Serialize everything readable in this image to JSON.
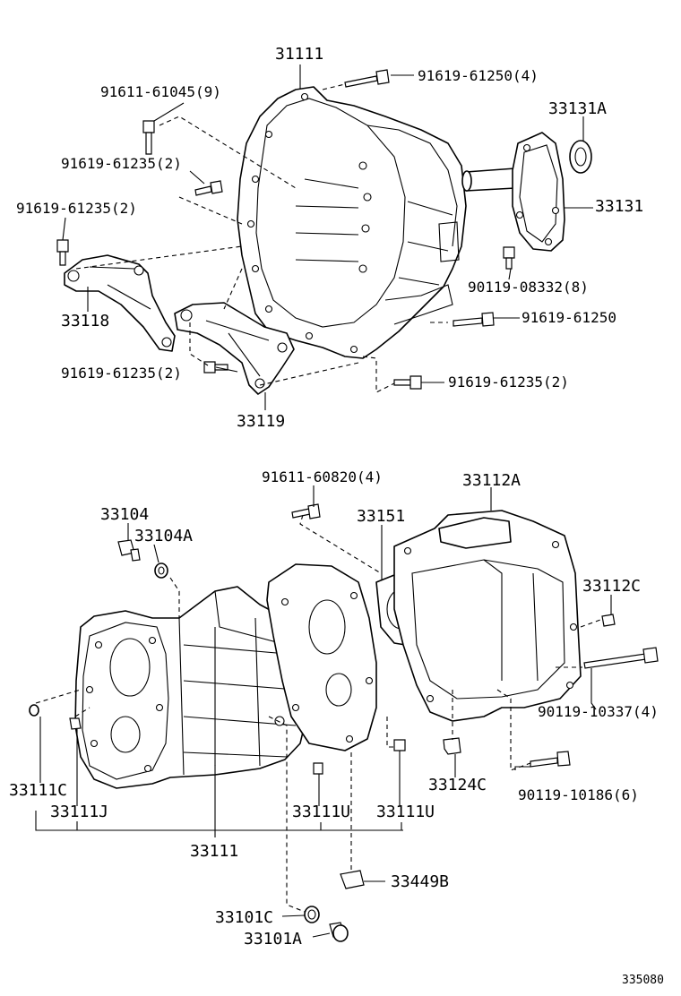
{
  "labels": {
    "p31111_top": "31111",
    "p91611_61045": "91611-61045(9)",
    "p91619_61250_4": "91619-61250(4)",
    "p33131A": "33131A",
    "p91619_61235_a": "91619-61235(2)",
    "p91619_61235_b": "91619-61235(2)",
    "p33131": "33131",
    "p90119_08332": "90119-08332(8)",
    "p33118": "33118",
    "p91619_61250": "91619-61250",
    "p91619_61235_c": "91619-61235(2)",
    "p91619_61235_d": "91619-61235(2)",
    "p33119": "33119",
    "p91611_60820": "91611-60820(4)",
    "p33112A": "33112A",
    "p33104": "33104",
    "p33151": "33151",
    "p33104A": "33104A",
    "p33112C": "33112C",
    "p90119_10337": "90119-10337(4)",
    "p33111C": "33111C",
    "p33124C": "33124C",
    "p33111J": "33111J",
    "p33111U_a": "33111U",
    "p33111U_b": "33111U",
    "p90119_10186": "90119-10186(6)",
    "p33111_bottom": "33111",
    "p33449B": "33449B",
    "p33101C": "33101C",
    "p33101A": "33101A",
    "catalog_code": "335080"
  }
}
